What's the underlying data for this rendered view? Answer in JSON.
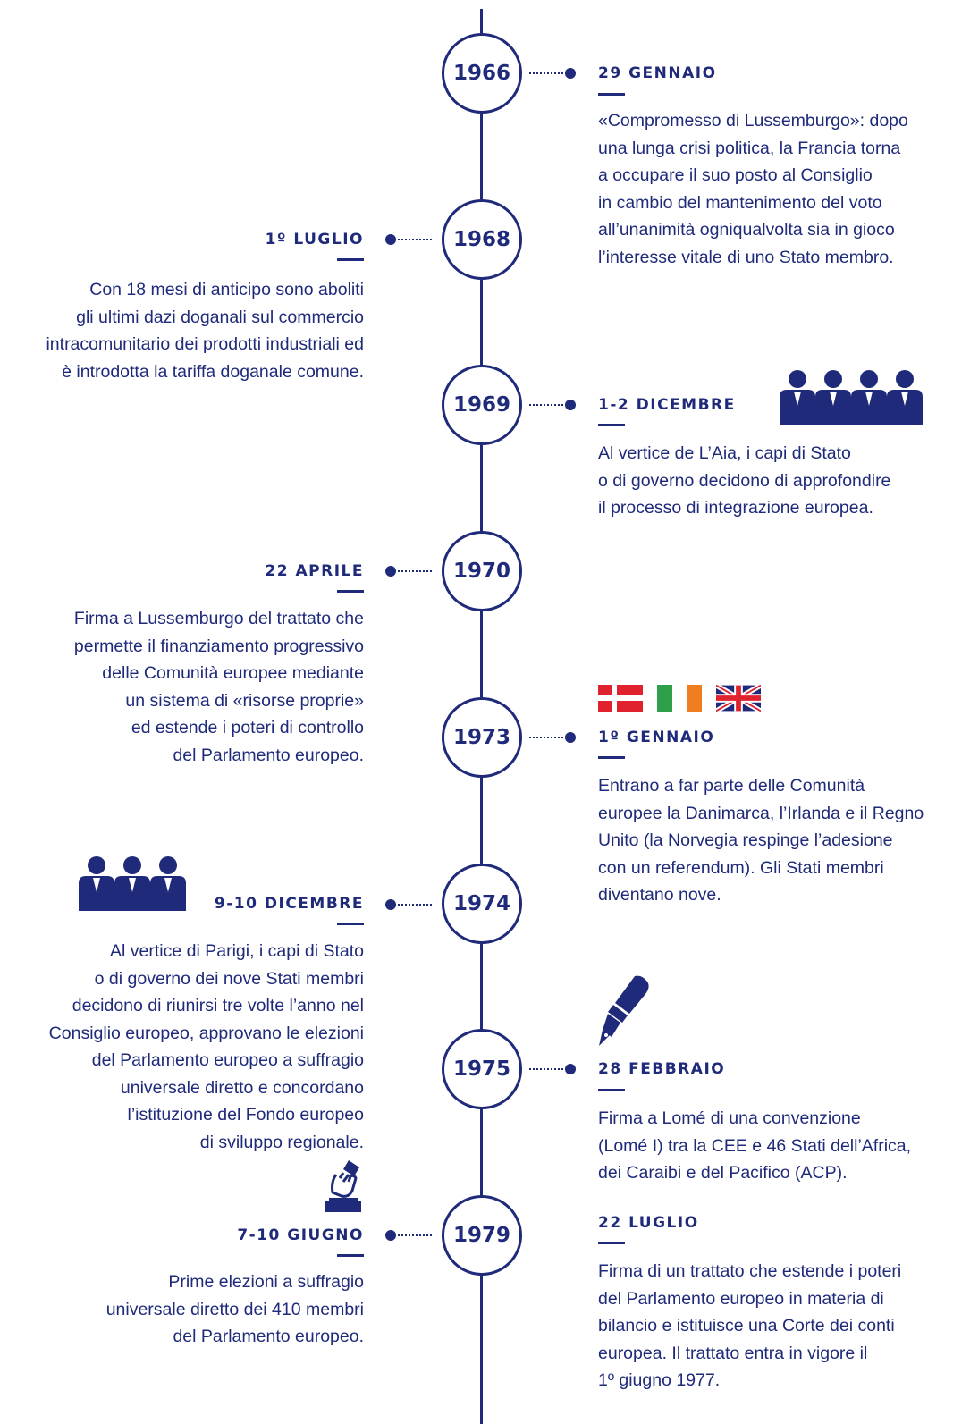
{
  "colors": {
    "primary": "#1f2a7a",
    "background": "#ffffff"
  },
  "timeline": [
    {
      "year": "1966",
      "side": "right",
      "date": "29 GENNAIO",
      "text": "«Compromesso di Lussemburgo»: dopo\nuna lunga crisi politica, la Francia torna\na occupare il suo posto al Consiglio\nin cambio del mantenimento del voto\nall’unanimità ogniqualvolta sia in gioco\nl’interesse vitale di uno Stato membro."
    },
    {
      "year": "1968",
      "side": "left",
      "date": "1º LUGLIO",
      "text": "Con 18 mesi di anticipo sono aboliti\ngli ultimi dazi doganali sul commercio\nintracomunitario dei prodotti industriali ed\nè introdotta la tariffa doganale comune."
    },
    {
      "year": "1969",
      "side": "right",
      "date": "1-2 DICEMBRE",
      "icon": "people-group-icon",
      "text": "Al vertice de L’Aia, i capi di Stato\no di governo decidono di approfondire\nil processo di integrazione europea."
    },
    {
      "year": "1970",
      "side": "left",
      "date": "22 APRILE",
      "text": "Firma a Lussemburgo del trattato che\npermette il finanziamento progressivo\ndelle Comunità europee mediante\nun sistema di «risorse proprie»\ned estende i poteri di controllo\ndel Parlamento europeo."
    },
    {
      "year": "1973",
      "side": "right",
      "date": "1º GENNAIO",
      "icon": "flags-icon",
      "text": "Entrano a far parte delle Comunità\neuropee la Danimarca, l’Irlanda e il Regno\nUnito (la Norvegia respinge l’adesione\ncon un referendum). Gli Stati membri\ndiventano nove."
    },
    {
      "year": "1974",
      "side": "left",
      "date": "9-10 DICEMBRE",
      "icon": "people-group-icon",
      "text": "Al vertice di Parigi, i capi di Stato\no di governo dei nove Stati membri\ndecidono di riunirsi tre volte l’anno nel\nConsiglio europeo, approvano le elezioni\ndel Parlamento europeo a suffragio\nuniversale diretto e concordano\nl’istituzione del Fondo europeo\ndi sviluppo regionale."
    },
    {
      "year": "1975",
      "side": "right",
      "date": "28 FEBBRAIO",
      "icon": "fountain-pen-icon",
      "text": "Firma a Lomé di una convenzione\n(Lomé I) tra la CEE e 46 Stati dell’Africa,\ndei Caraibi e del Pacifico (ACP)."
    },
    {
      "year": "1979",
      "side": "left",
      "date": "7-10 GIUGNO",
      "icon": "ballot-box-icon",
      "text": "Prime elezioni a suffragio\nuniversale diretto dei 410 membri\ndel Parlamento europeo."
    }
  ],
  "extra_entry": {
    "date": "22 LUGLIO",
    "text": "Firma di un trattato che estende i poteri\ndel Parlamento europeo in materia di\nbilancio e istituisce una Corte dei conti\neuropea. Il trattato entra in vigore il\n1º giugno 1977."
  }
}
